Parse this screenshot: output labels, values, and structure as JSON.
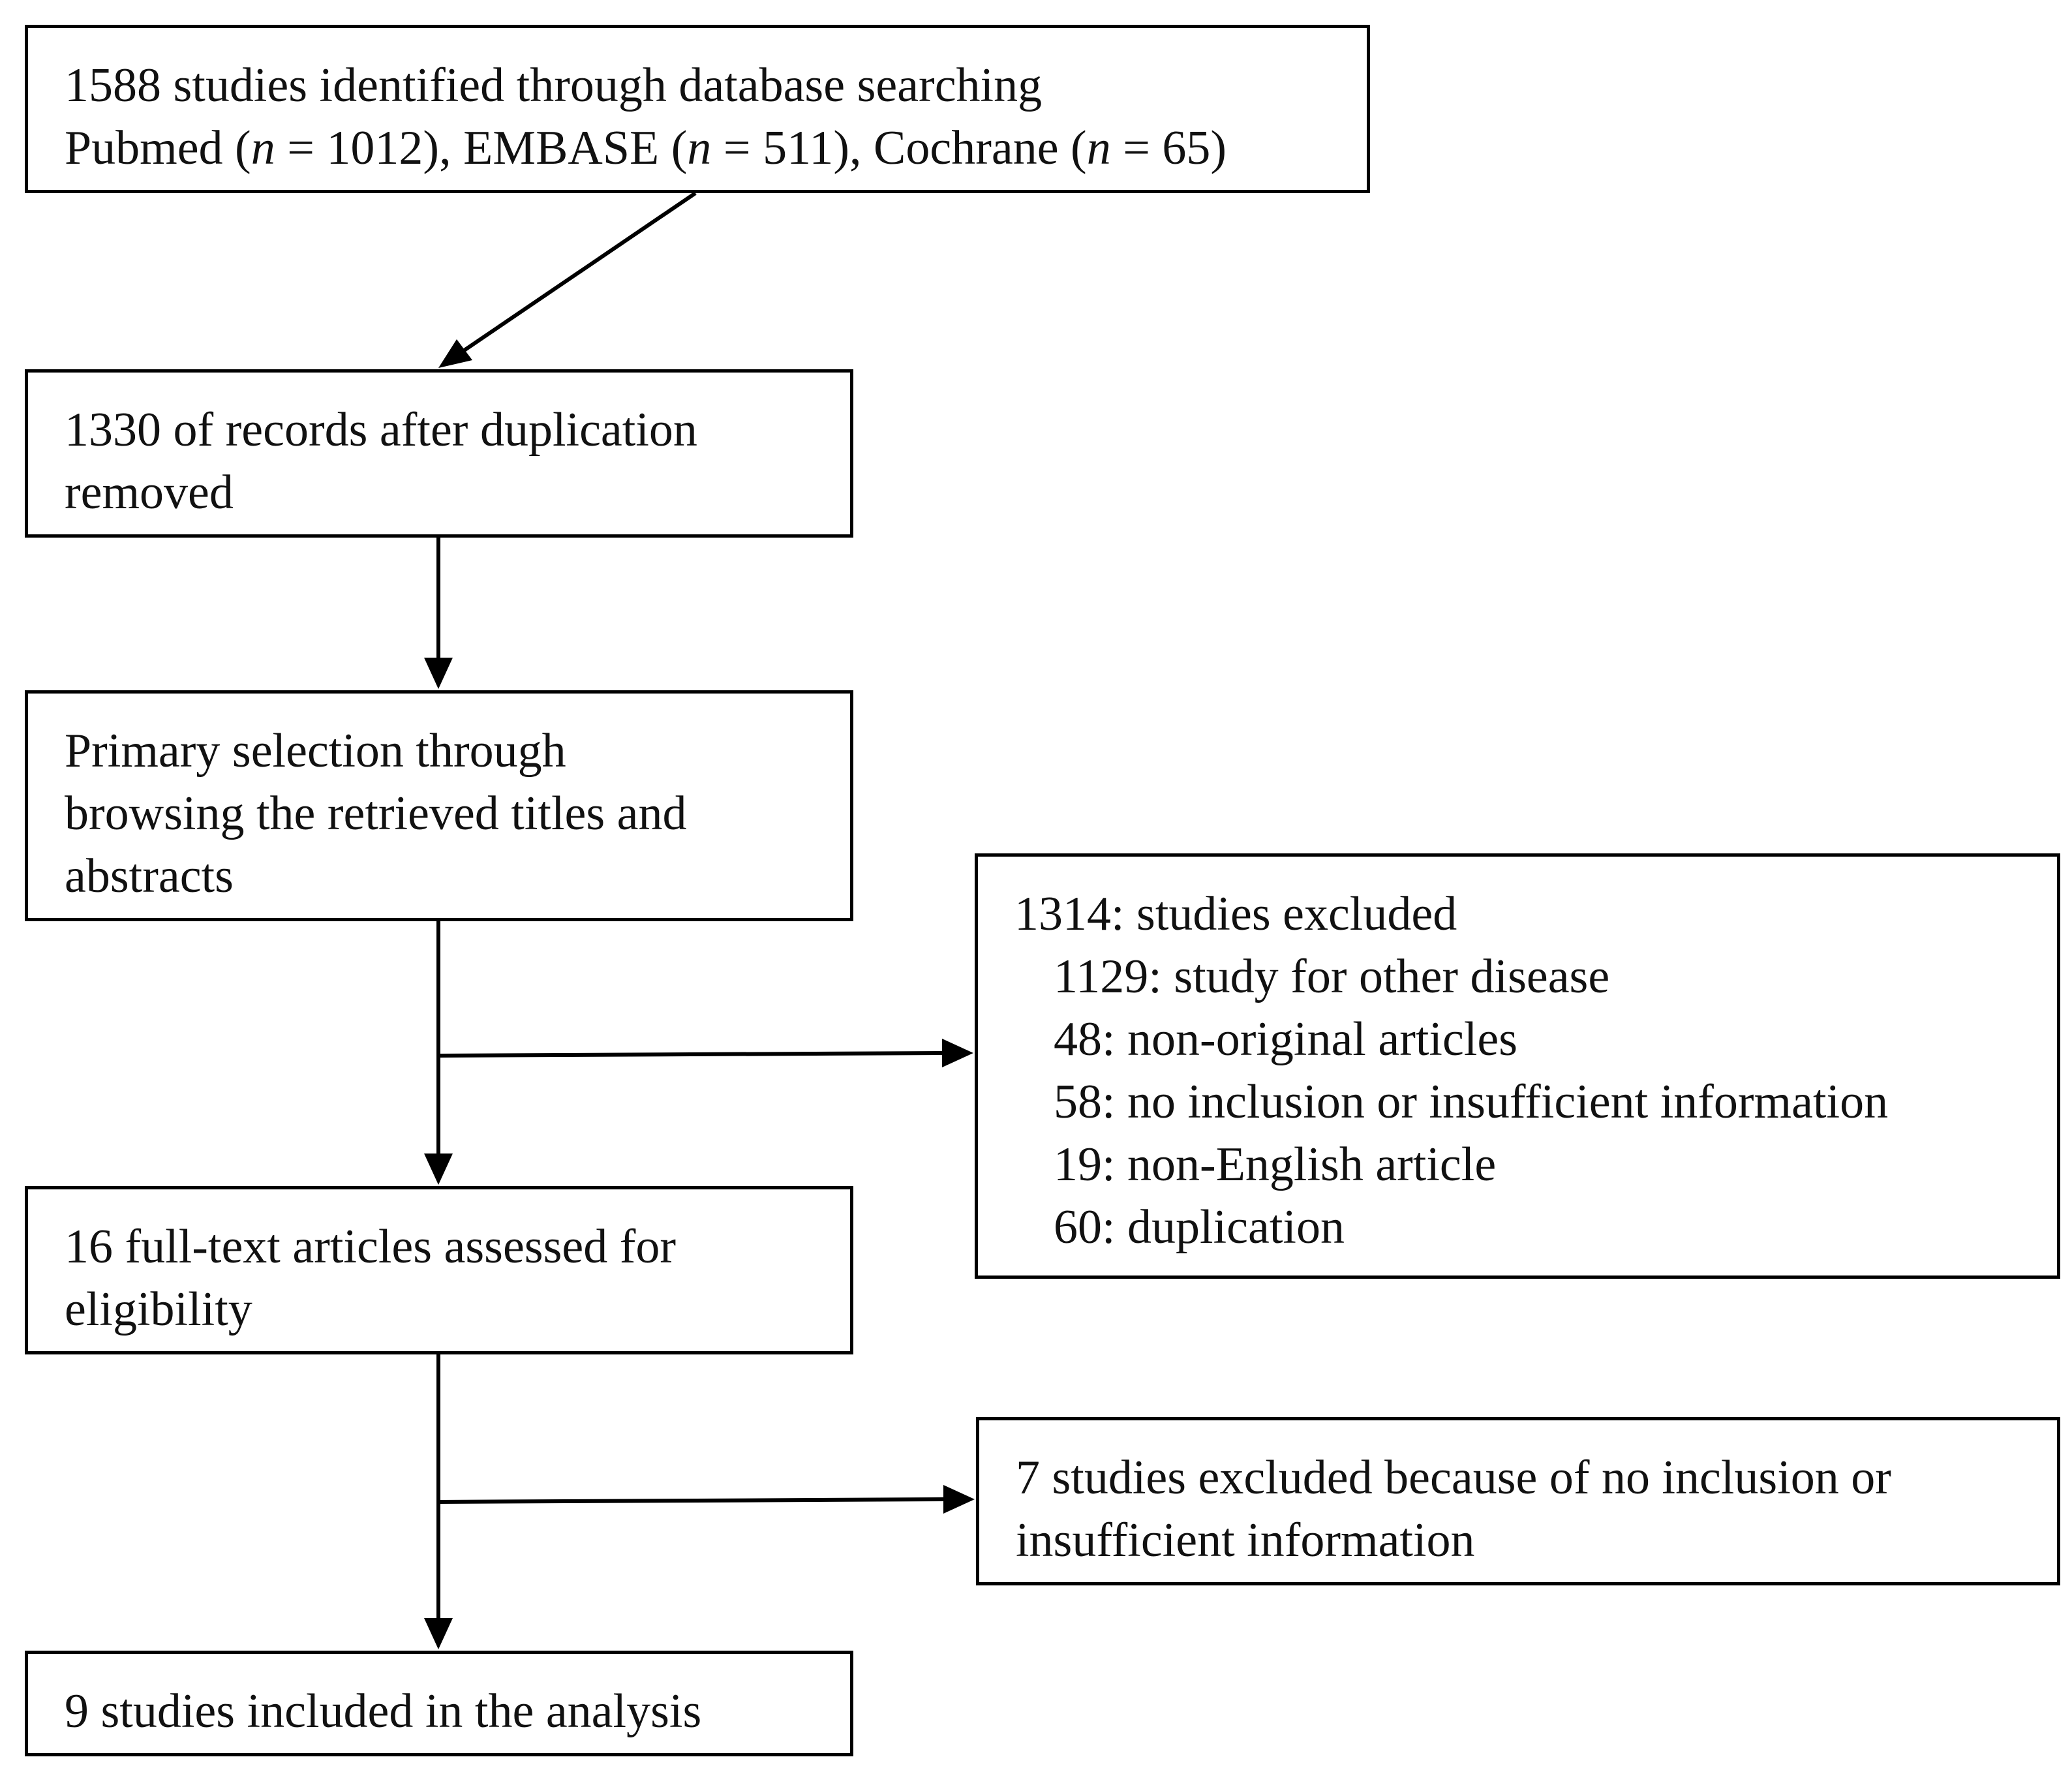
{
  "boxes": {
    "identified": {
      "line1": "1588 studies identified through database searching",
      "line2": "Pubmed (n = 1012), EMBASE (n = 511), Cochrane (n = 65)"
    },
    "after_duplication": {
      "line1": "1330 of records after duplication",
      "line2": "removed"
    },
    "primary_selection": {
      "line1": "Primary selection through",
      "line2": "browsing the retrieved titles and",
      "line3": "abstracts"
    },
    "excluded_1314": {
      "header": "1314: studies excluded",
      "items": [
        "1129: study for other disease",
        "48: non-original articles",
        "58: no inclusion or insufficient information",
        "19: non-English article",
        "60: duplication"
      ]
    },
    "full_text": {
      "line1": "16 full-text articles assessed for",
      "line2": "eligibility"
    },
    "excluded_7": {
      "line1": "7 studies excluded because of no inclusion or",
      "line2": "insufficient information"
    },
    "included": {
      "line1": "9 studies included in the analysis"
    }
  },
  "colors": {
    "stroke": "#000000",
    "text": "#111111",
    "background": "#ffffff"
  }
}
